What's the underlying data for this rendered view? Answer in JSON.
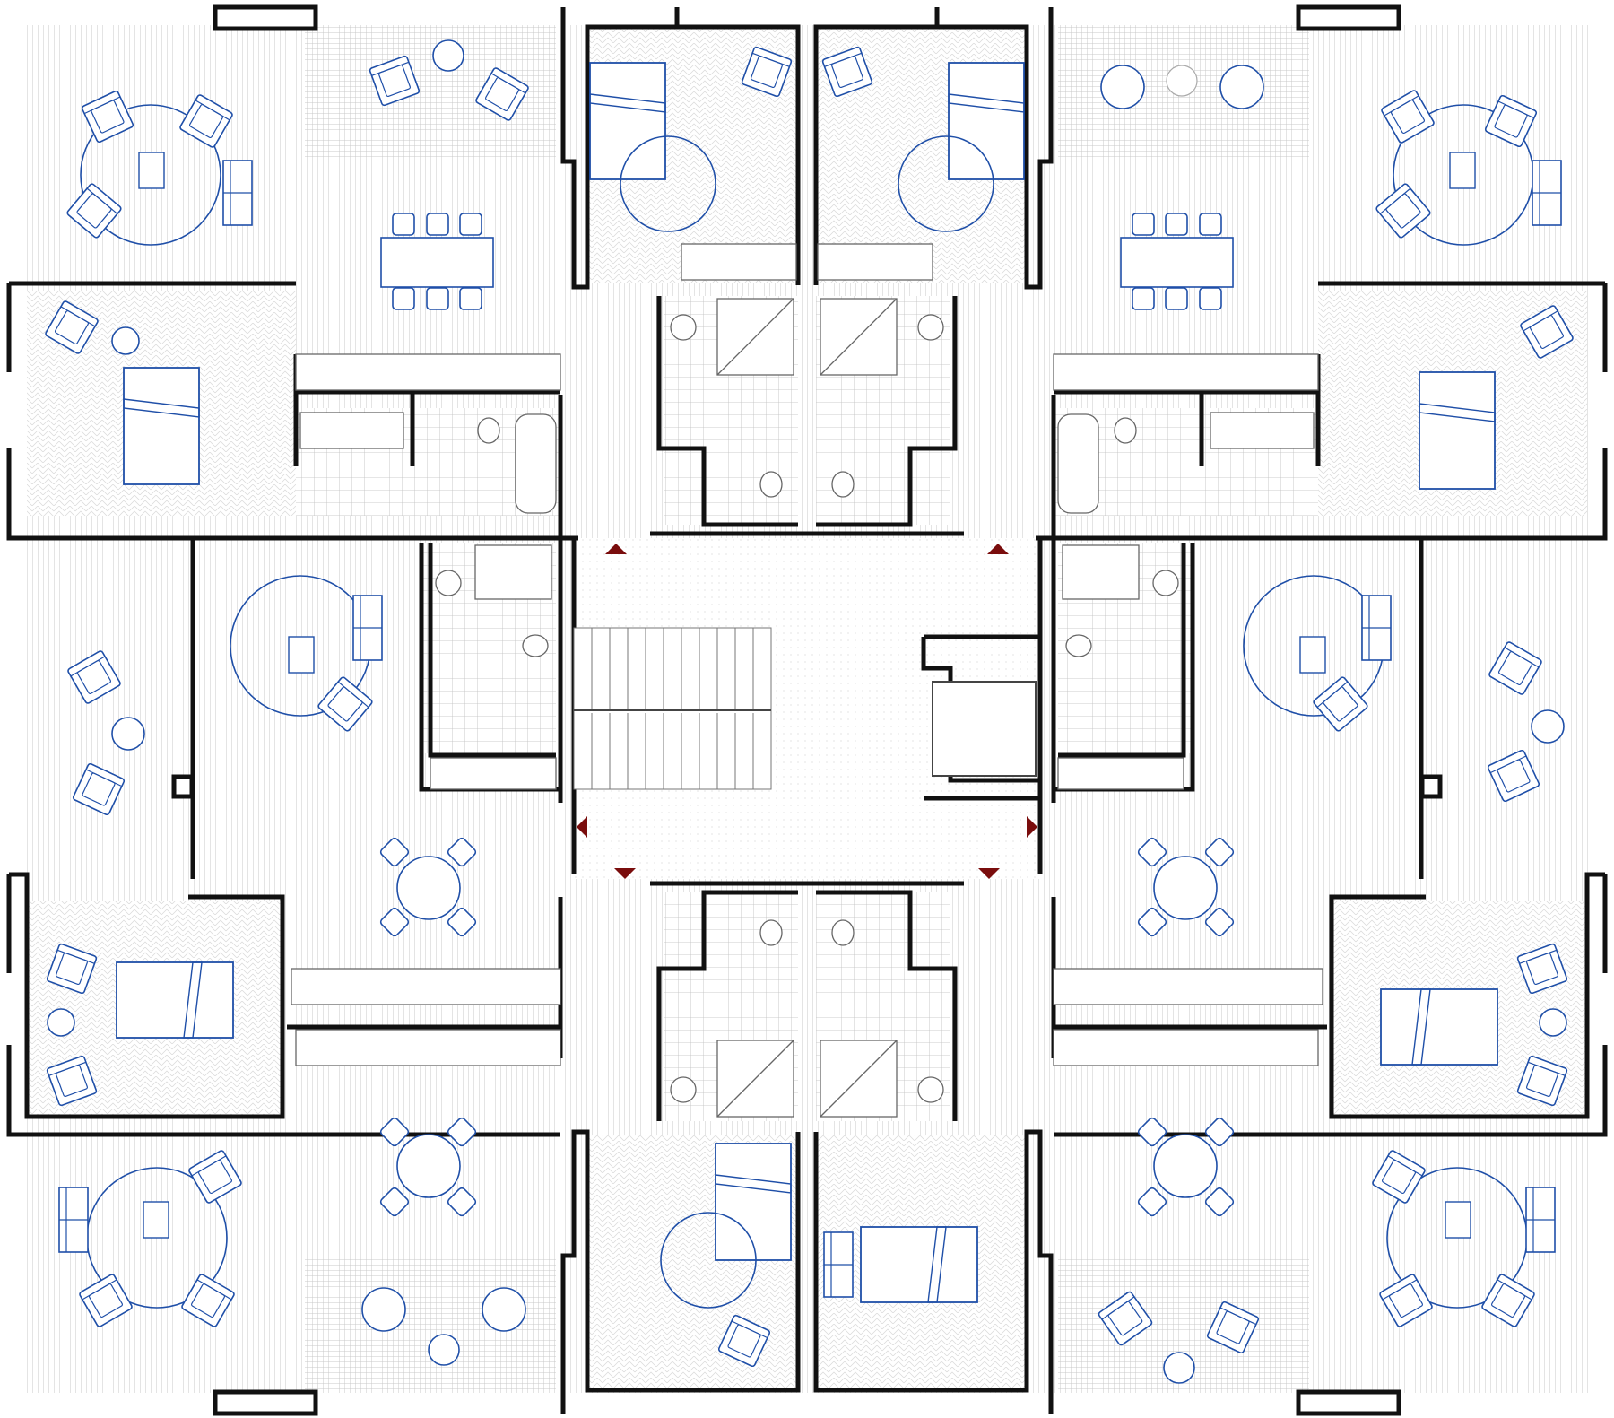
{
  "drawing": {
    "kind": "architectural-floor-plan",
    "symmetry": "four-fold",
    "units_per_floor": 4,
    "text_labels": []
  },
  "colors": {
    "background": "#ffffff",
    "wall": "#111111",
    "deck_hatch": "#c9c9c9",
    "tile_grid": "#bdbdbd",
    "herringbone": "#d4d4d4",
    "furniture": "#1f4fa8",
    "entrance_marker": "#7a0d0d"
  },
  "legend": {
    "furniture_symbols": [
      "double-bed",
      "armchair",
      "round-table",
      "dining-table",
      "sofa",
      "wardrobe",
      "kitchen-counter",
      "bathtub",
      "shower",
      "toilet",
      "washbasin"
    ],
    "entrance_markers": 6
  }
}
